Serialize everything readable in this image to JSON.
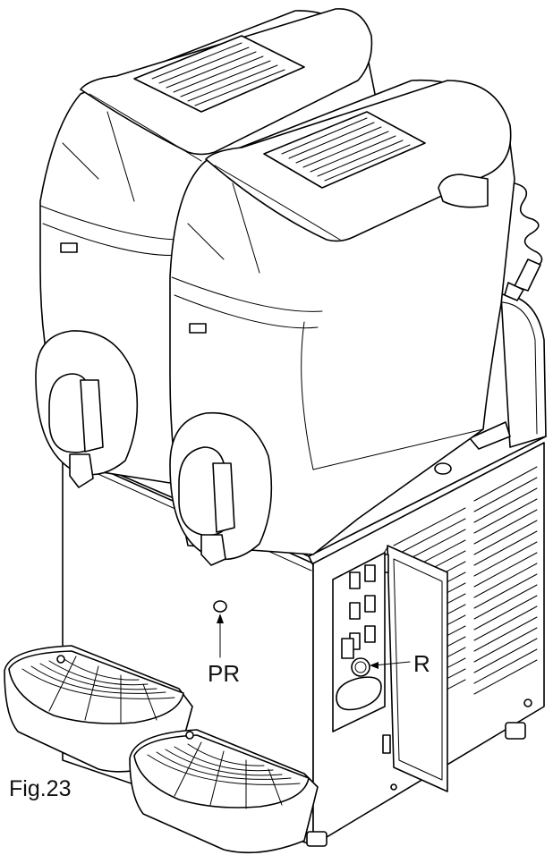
{
  "figure": {
    "caption": "Fig.23"
  },
  "callouts": {
    "pr": {
      "label": "PR"
    },
    "r": {
      "label": "R"
    }
  },
  "parts": [
    "left-bowl",
    "right-bowl",
    "left-drip-tray",
    "right-drip-tray",
    "control-panel",
    "side-panel",
    "base-cabinet",
    "power-cord"
  ],
  "colors": {
    "line": "#000000",
    "background": "#ffffff"
  }
}
